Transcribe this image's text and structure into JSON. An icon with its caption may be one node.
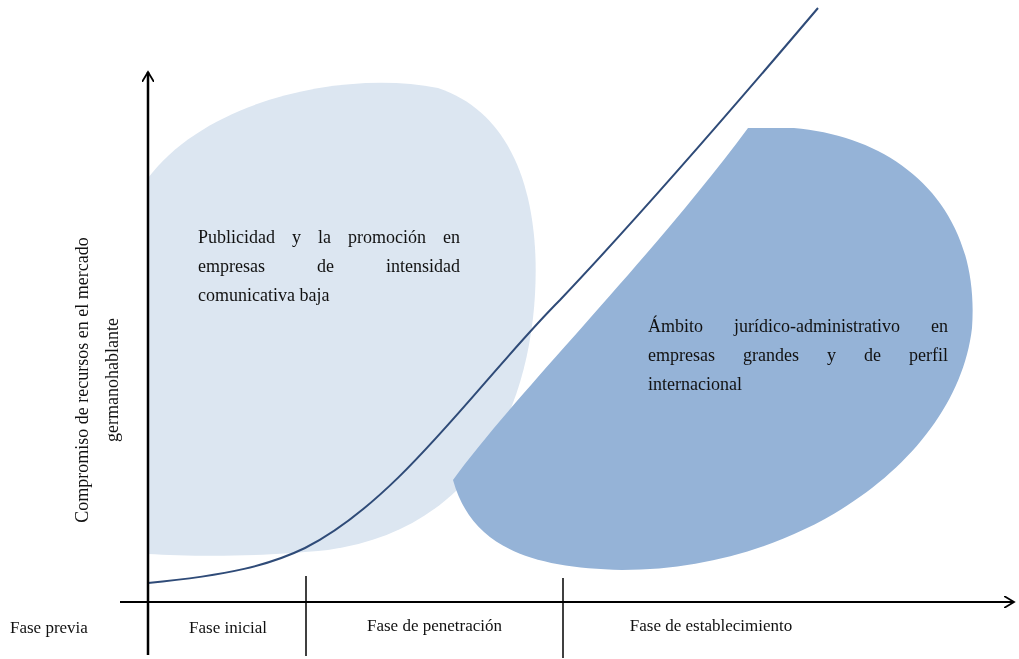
{
  "diagram": {
    "nodes": [
      {
        "text": [
          "Publicidad y la promoción en empresas de intensidad comunicativa baja"
        ]
      },
      {
        "text": [
          "Ámbito jurídico-administrativo en empresas grandes y de perfil internacional"
        ]
      }
    ],
    "labels": [
      "Compromiso de recursos en el mercado germanohablante",
      "Fase previa",
      "Fase inicial",
      "Fase de penetración",
      "Fase de establecimiento"
    ]
  }
}
